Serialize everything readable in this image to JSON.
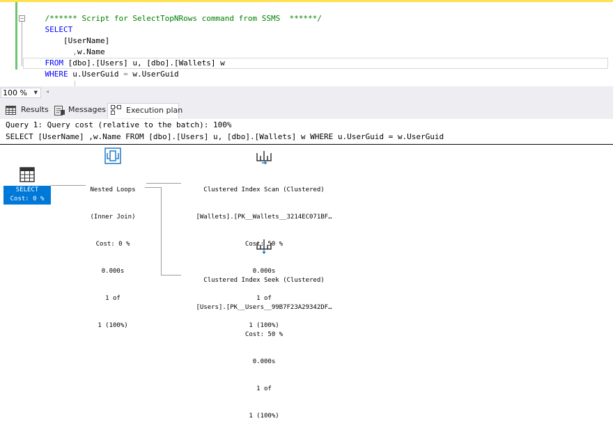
{
  "editor": {
    "line1": "/****** Script for SelectTopNRows command from SSMS  ******/",
    "line2_kw": "SELECT",
    "line3": "    [UserName]",
    "line4_gray": "      ,",
    "line4_rest": "w.Name",
    "line5_kw": "FROM",
    "line5_rest": " [dbo].[Users] u, [dbo].[Wallets] w",
    "line6_kw": "WHERE",
    "line6_rest": " u.UserGuid ",
    "line6_eq": "=",
    "line6_tail": " w.UserGuid",
    "fold_symbol": "−"
  },
  "zoom": {
    "value": "100 %",
    "dropdown_icon": "chevron-down-icon",
    "scroll_arrow": "◂"
  },
  "tabs": [
    {
      "label": "Results",
      "icon": "grid-icon"
    },
    {
      "label": "Messages",
      "icon": "messages-icon"
    },
    {
      "label": "Execution plan",
      "icon": "execution-plan-icon"
    }
  ],
  "plan": {
    "query_header": "Query 1: Query cost (relative to the batch): 100%",
    "query_sql": "SELECT [UserName] ,w.Name FROM [dbo].[Users] u, [dbo].[Wallets] w WHERE u.UserGuid = w.UserGuid",
    "select_node": {
      "label": "SELECT",
      "cost": "Cost: 0 %"
    },
    "nested_loops": {
      "title": "Nested Loops",
      "subtitle": "(Inner Join)",
      "cost": "Cost: 0 %",
      "time": "0.000s",
      "rows": "1 of",
      "pct": "1 (100%)"
    },
    "index_scan": {
      "title": "Clustered Index Scan (Clustered)",
      "object": "[Wallets].[PK__Wallets__3214EC071BF…",
      "cost": "Cost: 50 %",
      "time": "0.000s",
      "rows": "1 of",
      "pct": "1 (100%)"
    },
    "index_seek": {
      "title": "Clustered Index Seek (Clustered)",
      "object": "[Users].[PK__Users__99B7F23A29342DF…",
      "cost": "Cost: 50 %",
      "time": "0.000s",
      "rows": "1 of",
      "pct": "1 (100%)"
    }
  },
  "colors": {
    "keyword": "#0000ff",
    "comment": "#008000",
    "select_highlight": "#0078d7",
    "toolbar_bg": "#eeeef2"
  }
}
